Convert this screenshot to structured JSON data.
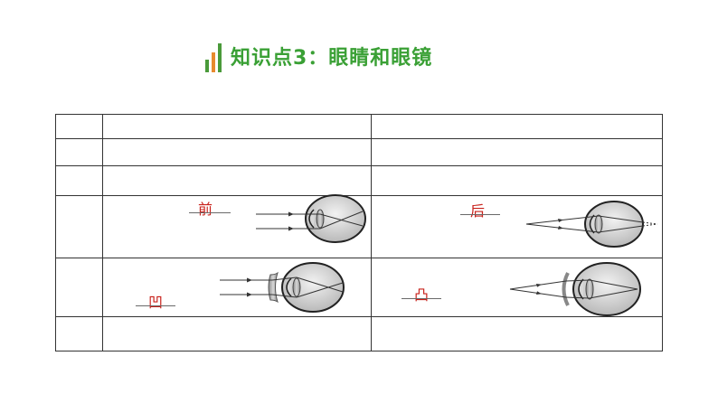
{
  "header": {
    "title": "知识点3：眼睛和眼镜",
    "accent_colors": [
      "#4a9a3a",
      "#e88a2e",
      "#4a9a3a"
    ]
  },
  "table": {
    "answers": {
      "myopia_focus": "前",
      "hyperopia_focus": "后",
      "myopia_lens": "凹",
      "hyperopia_lens": "凸"
    },
    "answer_color": "#c8201a"
  }
}
